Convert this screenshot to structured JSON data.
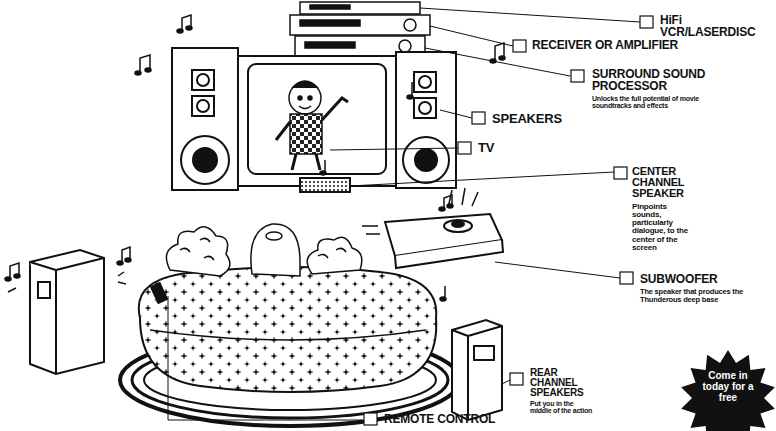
{
  "diagram": {
    "nodes": [
      {
        "text": [
          "Come in today for a free"
        ]
      }
    ],
    "labels": [
      "HiFi VCR/LASERDISC",
      "RECEIVER OR AMPLIFIER",
      "SURROUND SOUND PROCESSOR",
      "Unlocks the full potential of movie soundtracks and effects",
      "SPEAKERS",
      "TV",
      "CENTER CHANNEL SPEAKER",
      "Pinpoints sounds, particularly dialogue, to the center of the screen",
      "SUBWOOFER",
      "The speaker that produces the Thunderous deep base",
      "REAR CHANNEL SPEAKERS",
      "Put you in the middle of the action",
      "REMOTE CONTROL"
    ]
  }
}
